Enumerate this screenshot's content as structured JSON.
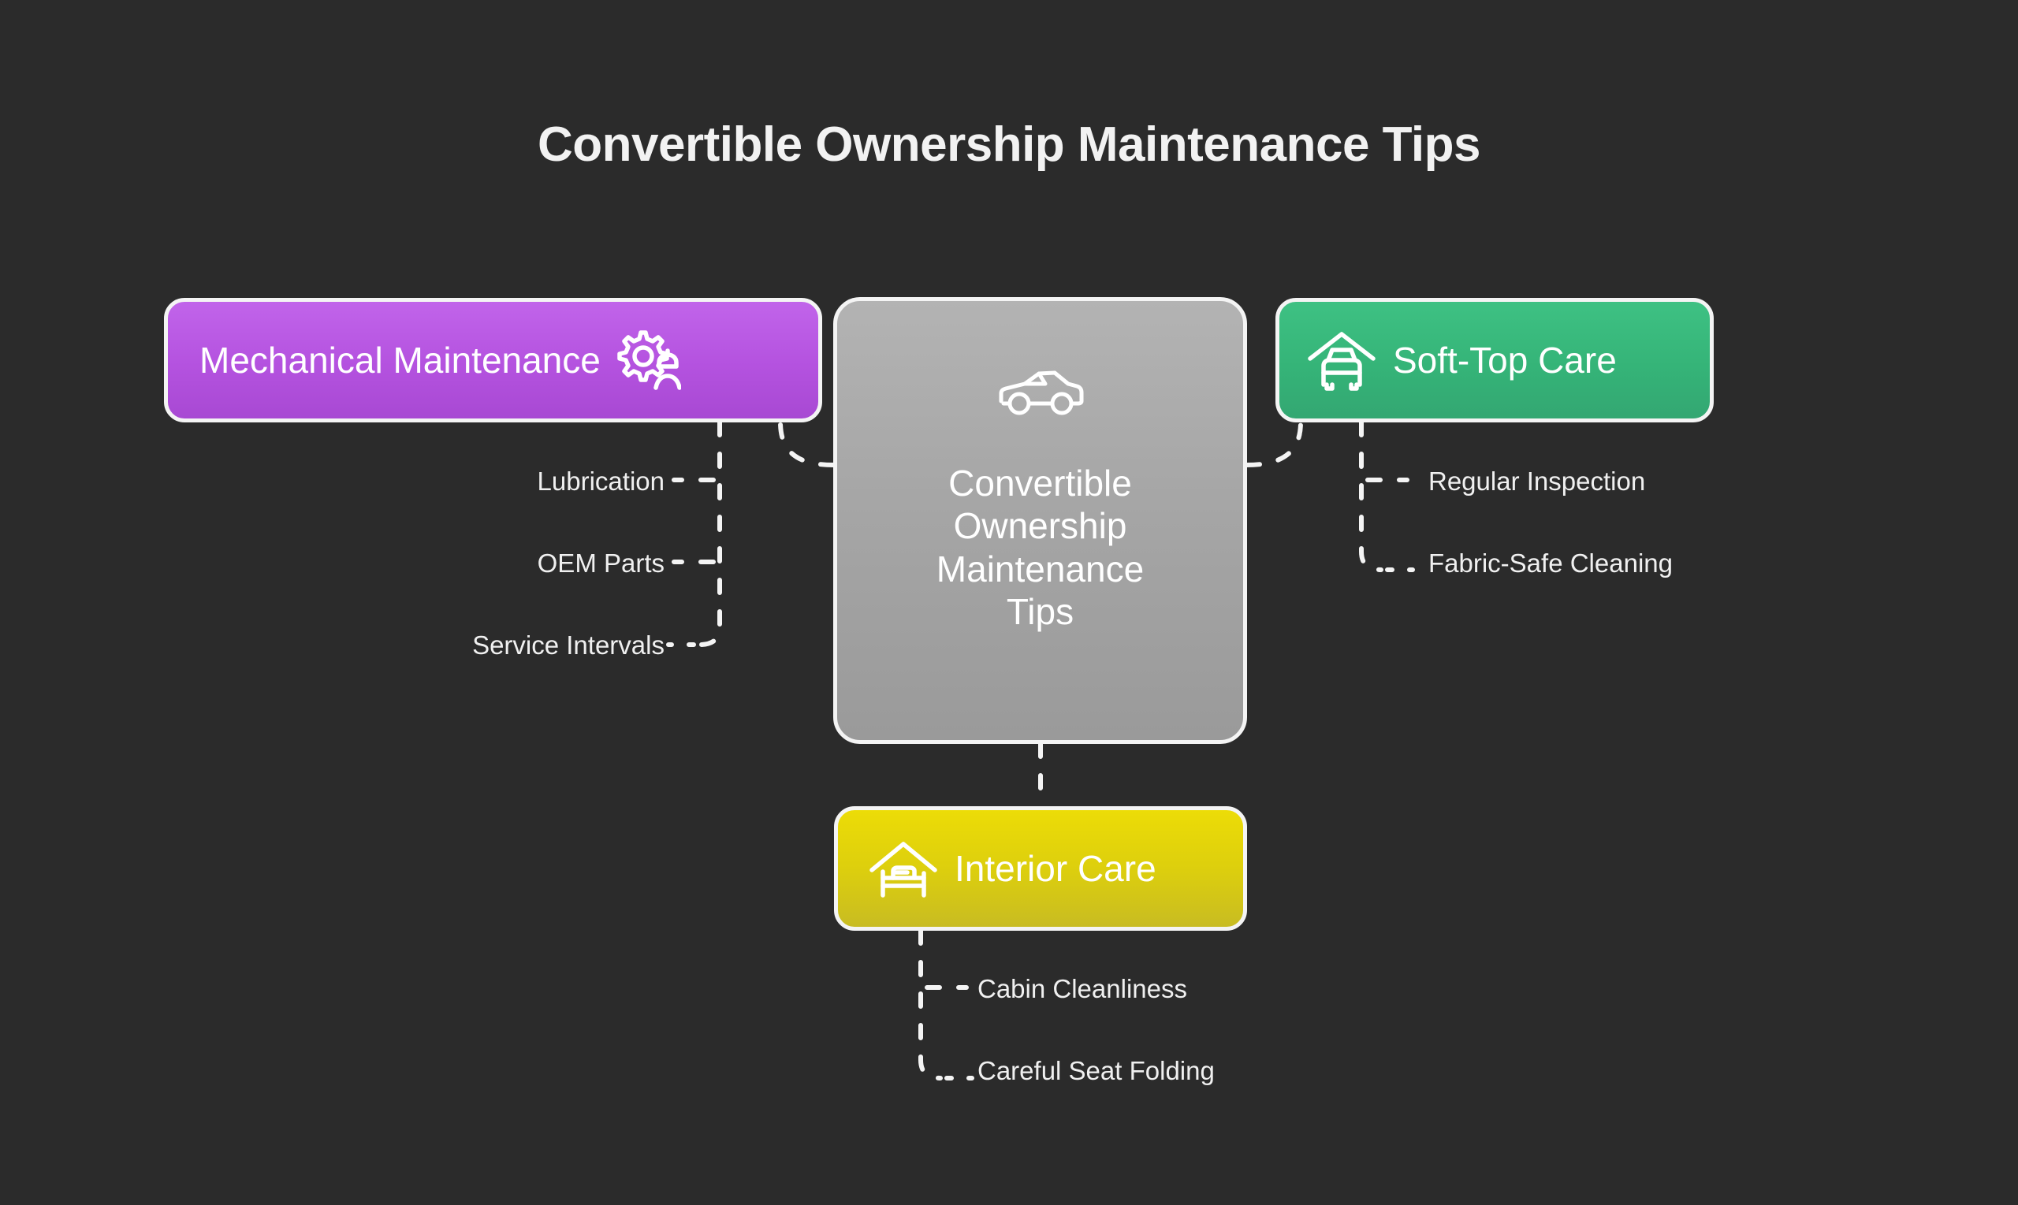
{
  "title": "Convertible Ownership Maintenance Tips",
  "colors": {
    "background": "#2b2b2b",
    "node_border": "#f4f4f4",
    "text": "#ffffff",
    "leaf_text": "#f0f0f0",
    "central": "#a6a6a6",
    "mechanical": "#b452df",
    "soft_top": "#35b478",
    "interior": "#ddcf0d"
  },
  "central": {
    "label": "Convertible Ownership Maintenance Tips",
    "lines": [
      "Convertible",
      "Ownership",
      "Maintenance",
      "Tips"
    ],
    "icon": "convertible-car-icon"
  },
  "branches": [
    {
      "id": "mechanical",
      "label": "Mechanical Maintenance",
      "icon": "gear-mechanic-icon",
      "color": "#b452df",
      "children": [
        "Lubrication",
        "OEM Parts",
        "Service Intervals"
      ]
    },
    {
      "id": "soft-top",
      "label": "Soft-Top Care",
      "icon": "car-under-roof-icon",
      "color": "#35b478",
      "children": [
        "Regular Inspection",
        "Fabric-Safe Cleaning"
      ]
    },
    {
      "id": "interior",
      "label": "Interior Care",
      "icon": "bed-under-roof-icon",
      "color": "#ddcf0d",
      "children": [
        "Cabin Cleanliness",
        "Careful Seat Folding"
      ]
    }
  ]
}
